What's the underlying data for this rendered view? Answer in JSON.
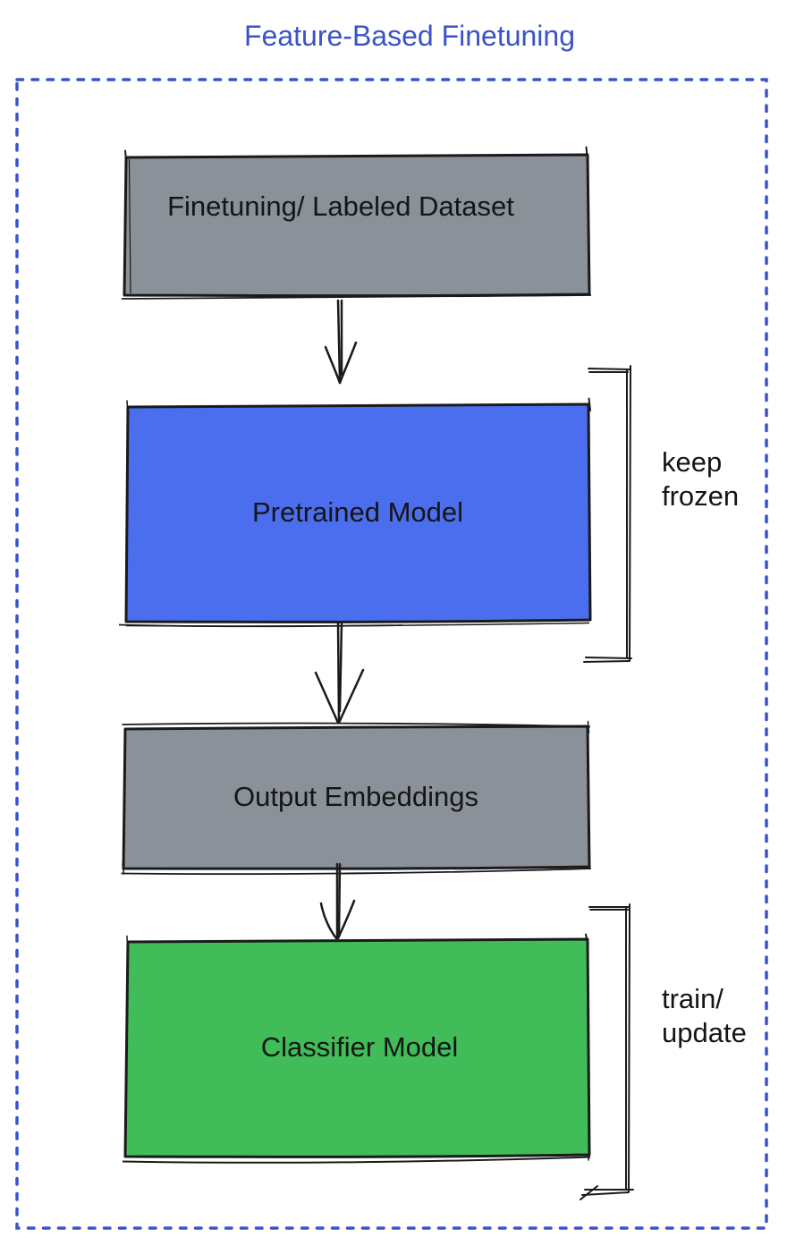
{
  "title": "Feature-Based Finetuning",
  "diagram": {
    "boxes": [
      {
        "id": "finetuning-dataset",
        "label": "Finetuning/ Labeled Dataset",
        "fill": "gray"
      },
      {
        "id": "pretrained-model",
        "label": "Pretrained Model",
        "fill": "blue"
      },
      {
        "id": "output-embeddings",
        "label": "Output Embeddings",
        "fill": "gray"
      },
      {
        "id": "classifier-model",
        "label": "Classifier Model",
        "fill": "green"
      }
    ],
    "annotations": [
      {
        "id": "keep-frozen",
        "text": "keep\nfrozen"
      },
      {
        "id": "train-update",
        "text": "train/\nupdate"
      }
    ],
    "flow": "finetuning-dataset -> pretrained-model -> output-embeddings -> classifier-model"
  },
  "colors": {
    "accent_blue": "#3A53C8",
    "box_gray": "#8A9199",
    "box_blue": "#4A6EEE",
    "box_green": "#40BD59",
    "ink": "#1A1A1A"
  }
}
